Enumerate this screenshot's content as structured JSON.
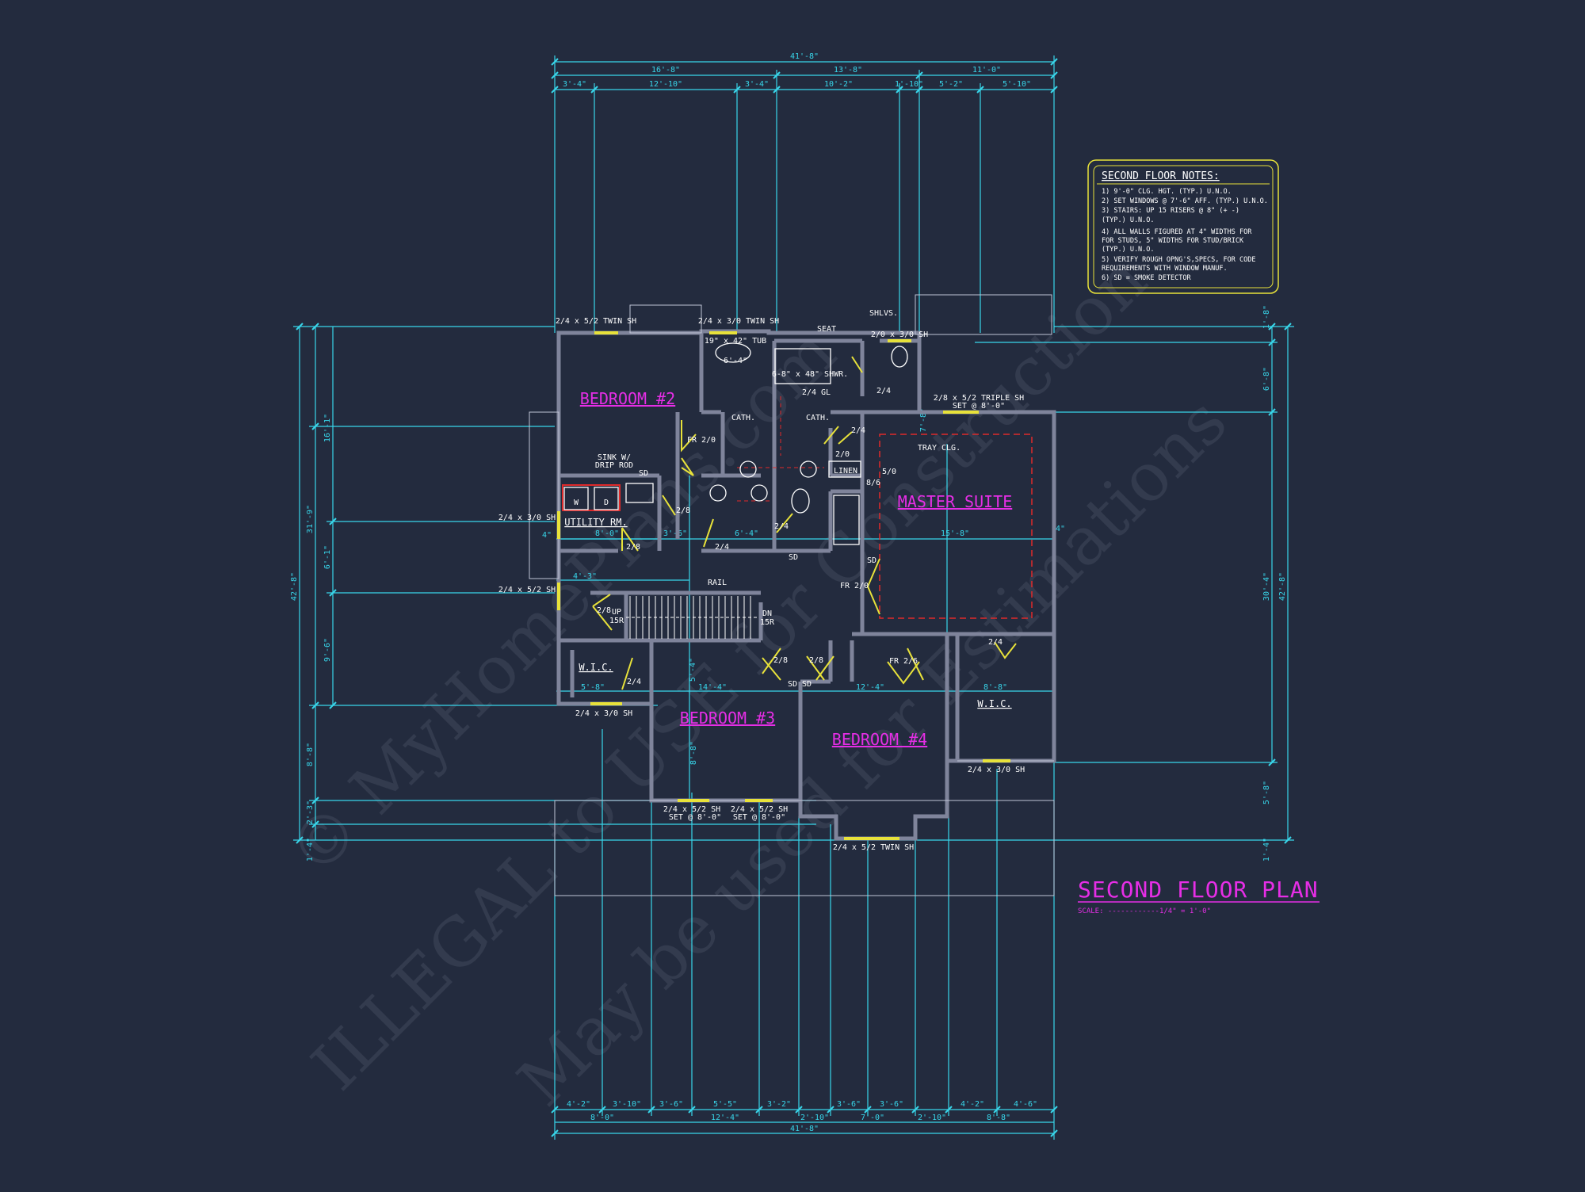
{
  "colors": {
    "background": "#232b3e",
    "dimension": "#38d6ea",
    "wall": "#7f849b",
    "room_label": "#e62ee6",
    "door": "#e8e23a",
    "notes_border": "#e8e23a",
    "text": "#ffffff",
    "accent_red": "#e02a2a"
  },
  "title": {
    "text": "SECOND FLOOR PLAN",
    "scale": "SCALE: ------------1/4\" = 1'-0\""
  },
  "notes": {
    "heading": "SECOND FLOOR NOTES:",
    "lines": [
      "1) 9'-0\" CLG. HGT. (TYP.) U.N.O.",
      "2) SET WINDOWS @ 7'-6\" AFF. (TYP.) U.N.O.",
      "3) STAIRS: UP 15 RISERS @ 8\" (+ -)",
      "   (TYP.) U.N.O.",
      "4) ALL WALLS FIGURED AT 4\" WIDTHS FOR",
      "   FOR STUDS, 5\" WIDTHS FOR STUD/BRICK",
      "   (TYP.) U.N.O.",
      "5) VERIFY ROUGH OPNG'S,SPECS, FOR CODE",
      "   REQUIREMENTS WITH WINDOW MANUF.",
      "6) SD = SMOKE DETECTOR"
    ]
  },
  "rooms": {
    "bedroom2": "BEDROOM #2",
    "bedroom3": "BEDROOM #3",
    "bedroom4": "BEDROOM #4",
    "master": "MASTER SUITE",
    "utility": "UTILITY RM.",
    "wic_left": "W.I.C.",
    "wic_right": "W.I.C.",
    "linen": "LINEN"
  },
  "labels": {
    "win_b2_top": "2/4 x 5/2 TWIN SH",
    "win_bath_top": "2/4 x 3/0 TWIN SH",
    "win_master_bath": "2/0 x 3/0 SH",
    "win_triple": "2/8 x 5/2 TRIPLE SH",
    "win_triple_set": "SET @ 8'-0\"",
    "win_left_1": "2/4 x 3/0 SH",
    "win_left_2": "2/4 x 5/2 SH",
    "win_wic_left": "2/4 x 3/0 SH",
    "win_b3_1": "2/4 x 5/2 SH",
    "win_b3_1_set": "SET @ 8'-0\"",
    "win_b3_2": "2/4 x 5/2 SH",
    "win_b3_2_set": "SET @ 8'-0\"",
    "win_b4_twin": "2/4 x 5/2 TWIN SH",
    "win_wic_right": "2/4 x 3/0 SH",
    "tub": "19\" x 42\" TUB",
    "tub_dim": "6'-4\"",
    "shower": "6-8\" x 48\" SHWR.",
    "shlvs": "SHLVS.",
    "seat": "SEAT",
    "cath1": "CATH.",
    "cath2": "CATH.",
    "tray": "TRAY CLG.",
    "sink": "SINK W/",
    "drip_rod": "DRIP ROD",
    "rail": "RAIL",
    "up": "UP",
    "up_risers": "15R",
    "dn": "DN",
    "dn_risers": "15R",
    "washer": "W",
    "dryer": "D",
    "sd": "SD",
    "d_2_4": "2/4",
    "d_2_8": "2/8",
    "d_2_0": "2/0",
    "d_2_6": "2/6",
    "d_5_0": "5/0",
    "d_8_6": "8/6",
    "d_fr_2_0_top": "FR 2/0",
    "d_fr_2_0": "FR 2/0",
    "d_fr_2_6": "FR 2/6",
    "d_gl": "2/4 GL"
  },
  "dims": {
    "overall": "41'-8\"",
    "top_1": "16'-8\"",
    "top_2": "13'-8\"",
    "top_3": "11'-0\"",
    "top_r2": [
      "3'-4\"",
      "12'-10\"",
      "3'-4\"",
      "10'-2\"",
      "1'-10\"",
      "5'-2\"",
      "5'-10\""
    ],
    "bot_r1": [
      "4'-2\"",
      "3'-10\"",
      "3'-6\"",
      "5'-5\"",
      "3'-2\"",
      "3'-6\"",
      "3'-6\"",
      "4'-2\"",
      "4'-6\""
    ],
    "bot_r2": [
      "8'-0\"",
      "12'-4\"",
      "2'-10\"",
      "7'-0\"",
      "2'-10\"",
      "8'-8\""
    ],
    "left_total": "42'-8\"",
    "left_1": "31'-9\"",
    "left_2": "16'-1\"",
    "left_3": "6'-1\"",
    "left_4": "9'-6\"",
    "left_5": "8'-8\"",
    "left_6": "2'-3\"",
    "left_7": "1'-4\"",
    "right_total": "42'-8\"",
    "right_1": "30'-4\"",
    "right_2": "1'-8\"",
    "right_3": "6'-8\"",
    "right_4": "5'-8\"",
    "right_5": "1'-4\"",
    "int_b2": "8'-0\"",
    "int_util_h": "4'-3\"",
    "int_b3_w": "14'-4\"",
    "int_b3_h": "8'-8\"",
    "int_master": "15'-8\"",
    "int_wic_l": "5'-8\"",
    "int_wic_r": "8'-8\"",
    "int_b4_hall": "12'-4\"",
    "int_4a": "4\"",
    "int_4b": "4\"",
    "int_6_4": "6'-4\"",
    "int_3_6": "3'-6\"",
    "int_5_4": "5'-4\"",
    "int_7_8": "7'-8\""
  }
}
